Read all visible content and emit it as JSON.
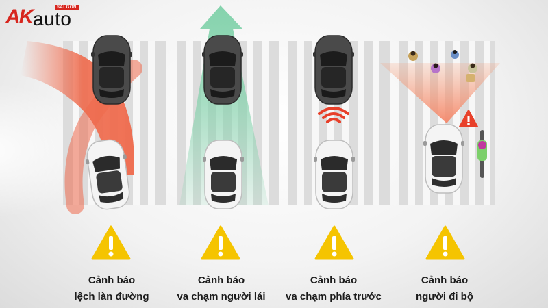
{
  "brand": {
    "mark": "AK",
    "word": "auto",
    "sub": "SÀI GÒN"
  },
  "colors": {
    "lane_red": "#ef6a4c",
    "collision_green": "#7fd1a9",
    "radar_red": "#e8402a",
    "pedestrian_orange": "#f59a73",
    "warning_yellow": "#f5c400",
    "crossing_grey": "#d0d0d0"
  },
  "panels": [
    {
      "caption_line1": "Cảnh báo",
      "caption_line2": "lệch làn đường",
      "icon": "warning-triangle-icon"
    },
    {
      "caption_line1": "Cảnh báo",
      "caption_line2": "va chạm người lái",
      "icon": "warning-triangle-icon"
    },
    {
      "caption_line1": "Cảnh báo",
      "caption_line2": "va chạm phía trước",
      "icon": "warning-triangle-icon"
    },
    {
      "caption_line1": "Cảnh báo",
      "caption_line2": "người đi bộ",
      "icon": "warning-triangle-icon"
    }
  ]
}
